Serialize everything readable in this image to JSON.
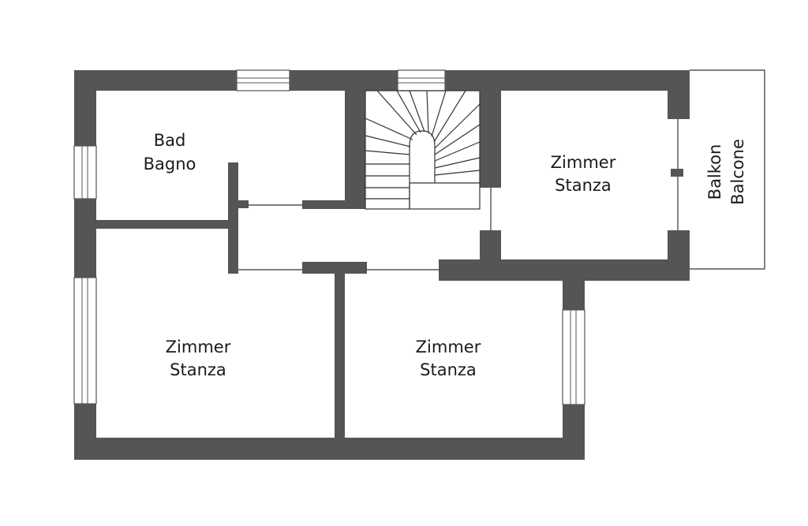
{
  "colors": {
    "wall": "#555558",
    "background": "#ffffff",
    "line": "#333333"
  },
  "rooms": {
    "bathroom": {
      "line1": "Bad",
      "line2": "Bagno"
    },
    "room_upper_right": {
      "line1": "Zimmer",
      "line2": "Stanza"
    },
    "room_lower_left": {
      "line1": "Zimmer",
      "line2": "Stanza"
    },
    "room_lower_middle": {
      "line1": "Zimmer",
      "line2": "Stanza"
    },
    "balcony": {
      "line1": "Balkon",
      "line2": "Balcone"
    }
  }
}
